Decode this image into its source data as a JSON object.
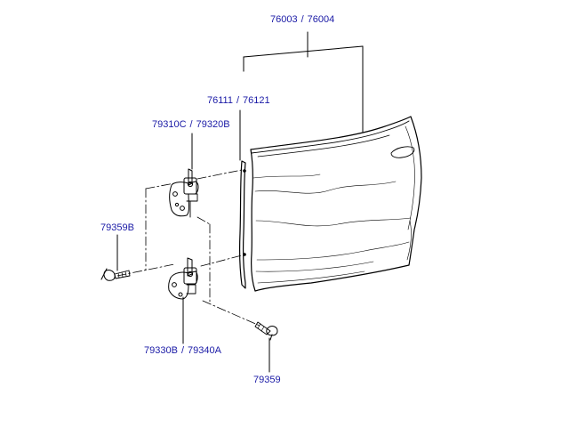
{
  "colors": {
    "callout_text": "#1a1aa6",
    "line_art": "#000000",
    "background": "#ffffff"
  },
  "callouts": {
    "door_panel": {
      "left": "76003",
      "sep": "/",
      "right": "76004"
    },
    "door_seal": {
      "left": "76111",
      "sep": "/",
      "right": "76121"
    },
    "upper_hinge": {
      "left": "79310C",
      "sep": "/",
      "right": "79320B"
    },
    "hinge_bolt_upper": {
      "text": "79359B"
    },
    "lower_hinge": {
      "left": "79330B",
      "sep": "/",
      "right": "79340A"
    },
    "hinge_bolt_lower": {
      "text": "79359"
    }
  }
}
